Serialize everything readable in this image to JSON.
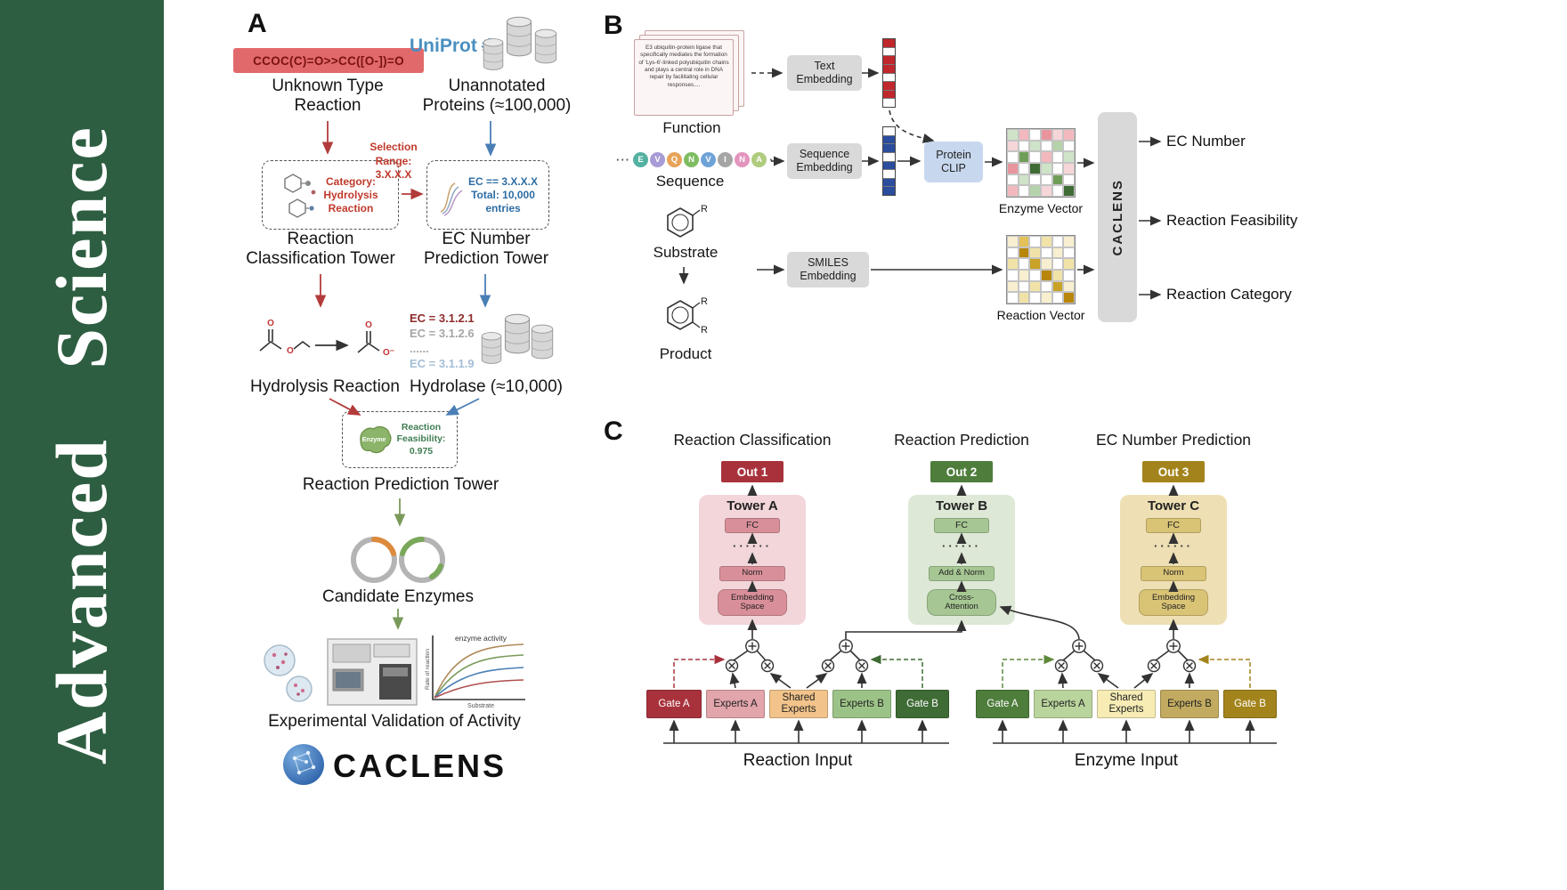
{
  "journal": {
    "name": "Advanced  Science"
  },
  "colors": {
    "journal_green": "#2e5e41",
    "red_accent": "#b23b3b",
    "blue_accent": "#4a7fb5",
    "green_accent": "#7a9a5a"
  },
  "panelA": {
    "label": "A",
    "smiles_box": {
      "text": "CCOC(C)=O>>CC([O-])=O",
      "bg": "#e2696b",
      "fg": "#7a1212"
    },
    "unknown_reaction": "Unknown Type\nReaction",
    "uniprot": "UniProt",
    "unannotated": "Unannotated\nProteins (≈100,000)",
    "category_note": "Category:\nHydrolysis\nReaction",
    "selection_note": "Selection\nRange:\n3.X.X.X",
    "ec_note": "EC == 3.X.X.X\nTotal: 10,000\nentries",
    "classification_tower": "Reaction\nClassification Tower",
    "ec_tower": "EC Number\nPrediction Tower",
    "hydrolysis": "Hydrolysis Reaction",
    "hydrolase": "Hydrolase (≈10,000)",
    "ec_items": [
      {
        "text": "EC = 3.1.2.1",
        "color": "#8f2b2b"
      },
      {
        "text": "EC = 3.1.2.6",
        "color": "#a6a6a6"
      },
      {
        "text": "......",
        "color": "#a6a6a6"
      },
      {
        "text": "EC = 3.1.1.9",
        "color": "#a4bdd6"
      }
    ],
    "enzyme_badge": "Enzyme",
    "feasibility_note": "Reaction\nFeasibility:\n0.975",
    "prediction_tower": "Reaction Prediction Tower",
    "candidate_enzymes": "Candidate Enzymes",
    "graph": {
      "title": "enzyme activity",
      "ylabel": "Rate of reaction",
      "xlabel": "Substrate"
    },
    "validation": "Experimental Validation of Activity",
    "logo_text": "CACLENS"
  },
  "panelB": {
    "label": "B",
    "function_card": "E3 ubiquitin-protein ligase that specifically mediates the formation of 'Lys-6'-linked polyubiquitin chains and plays a central role in DNA repair by facilitating cellular responses....",
    "function_label": "Function",
    "ellipsis": "···",
    "residues": [
      {
        "letter": "E",
        "color": "#53b1a0"
      },
      {
        "letter": "V",
        "color": "#a99bd6"
      },
      {
        "letter": "Q",
        "color": "#e8a35a"
      },
      {
        "letter": "N",
        "color": "#7fbd63"
      },
      {
        "letter": "V",
        "color": "#6fa3d8"
      },
      {
        "letter": "I",
        "color": "#a5a5a5"
      },
      {
        "letter": "N",
        "color": "#e394bd"
      },
      {
        "letter": "A",
        "color": "#afcb7d"
      }
    ],
    "sequence_label": "Sequence",
    "substrate_label": "Substrate",
    "product_label": "Product",
    "r_group": "R",
    "text_embedding": "Text\nEmbedding",
    "sequence_embedding": "Sequence\nEmbedding",
    "smiles_embedding": "SMILES\nEmbedding",
    "protein_clip": "Protein\nCLIP",
    "enzyme_vector_label": "Enzyme Vector",
    "reaction_vector_label": "Reaction Vector",
    "caclens_label": "CACLENS",
    "outputs": [
      "EC Number",
      "Reaction Feasibility",
      "Reaction Category"
    ],
    "text_vector_cells": [
      "#c0272d",
      "#ffffff",
      "#c0272d",
      "#c0272d",
      "#ffffff",
      "#c0272d",
      "#c0272d",
      "#ffffff"
    ],
    "seq_vector_cells": [
      "#ffffff",
      "#2b4d9e",
      "#2b4d9e",
      "#ffffff",
      "#2b4d9e",
      "#ffffff",
      "#2b4d9e",
      "#2b4d9e"
    ],
    "enzyme_vector_cells": [
      "#cfe3c8",
      "#f2b8bd",
      "#ffffff",
      "#e8959d",
      "#f6d6d8",
      "#f2b8bd",
      "#f6d6d8",
      "#ffffff",
      "#cfe3c8",
      "#ffffff",
      "#b5d3aa",
      "#ffffff",
      "#ffffff",
      "#6f9e58",
      "#ffffff",
      "#f2b8bd",
      "#ffffff",
      "#cfe3c8",
      "#e8959d",
      "#ffffff",
      "#3f6b35",
      "#cfe3c8",
      "#ffffff",
      "#f6d6d8",
      "#ffffff",
      "#cfe3c8",
      "#ffffff",
      "#ffffff",
      "#6f9e58",
      "#ffffff",
      "#f2b8bd",
      "#ffffff",
      "#b5d3aa",
      "#f6d6d8",
      "#ffffff",
      "#3f6b35"
    ],
    "reaction_vector_cells": [
      "#f7efcf",
      "#e3c158",
      "#ffffff",
      "#f1e3a8",
      "#ffffff",
      "#f7efcf",
      "#ffffff",
      "#b8860b",
      "#f1e3a8",
      "#ffffff",
      "#f7efcf",
      "#ffffff",
      "#f1e3a8",
      "#ffffff",
      "#c9a227",
      "#f7efcf",
      "#ffffff",
      "#f1e3a8",
      "#ffffff",
      "#f7efcf",
      "#ffffff",
      "#b8860b",
      "#f1e3a8",
      "#ffffff",
      "#f7efcf",
      "#ffffff",
      "#f1e3a8",
      "#ffffff",
      "#c9a227",
      "#f7efcf",
      "#ffffff",
      "#f1e3a8",
      "#ffffff",
      "#f7efcf",
      "#ffffff",
      "#b8860b"
    ]
  },
  "panelC": {
    "label": "C",
    "columns": [
      {
        "title": "Reaction Classification",
        "out": "Out 1",
        "out_bg": "#a8323c",
        "tower": "Tower A",
        "tower_bg": "#f2d6da",
        "box_bg": "#d98f99",
        "fc": "FC",
        "dots": "······",
        "norm": "Norm",
        "bottom": "Embedding\nSpace"
      },
      {
        "title": "Reaction Prediction",
        "out": "Out 2",
        "out_bg": "#4e7d3c",
        "tower": "Tower B",
        "tower_bg": "#dde9d6",
        "box_bg": "#a6c793",
        "fc": "FC",
        "dots": "······",
        "norm": "Add & Norm",
        "bottom": "Cross-\nAttention"
      },
      {
        "title": "EC Number Prediction",
        "out": "Out 3",
        "out_bg": "#a3841c",
        "tower": "Tower C",
        "tower_bg": "#eee0b4",
        "box_bg": "#d9c375",
        "fc": "FC",
        "dots": "······",
        "norm": "Norm",
        "bottom": "Embedding\nSpace"
      }
    ],
    "expert_groups": [
      {
        "input_label": "Reaction Input",
        "boxes": [
          {
            "label": "Gate A",
            "bg": "#a8323c",
            "fg": "#ffffff"
          },
          {
            "label": "Experts A",
            "bg": "#e2a5ab",
            "fg": "#222222"
          },
          {
            "label": "Shared\nExperts",
            "bg": "#f2c38a",
            "fg": "#222222"
          },
          {
            "label": "Experts B",
            "bg": "#9cc387",
            "fg": "#222222"
          },
          {
            "label": "Gate B",
            "bg": "#3f6b35",
            "fg": "#ffffff"
          }
        ]
      },
      {
        "input_label": "Enzyme Input",
        "boxes": [
          {
            "label": "Gate A",
            "bg": "#4e7d3c",
            "fg": "#ffffff"
          },
          {
            "label": "Experts A",
            "bg": "#b9d49c",
            "fg": "#222222"
          },
          {
            "label": "Shared\nExperts",
            "bg": "#f6ecb4",
            "fg": "#222222"
          },
          {
            "label": "Experts B",
            "bg": "#c2ab60",
            "fg": "#222222"
          },
          {
            "label": "Gate B",
            "bg": "#a3841c",
            "fg": "#ffffff"
          }
        ]
      }
    ]
  }
}
